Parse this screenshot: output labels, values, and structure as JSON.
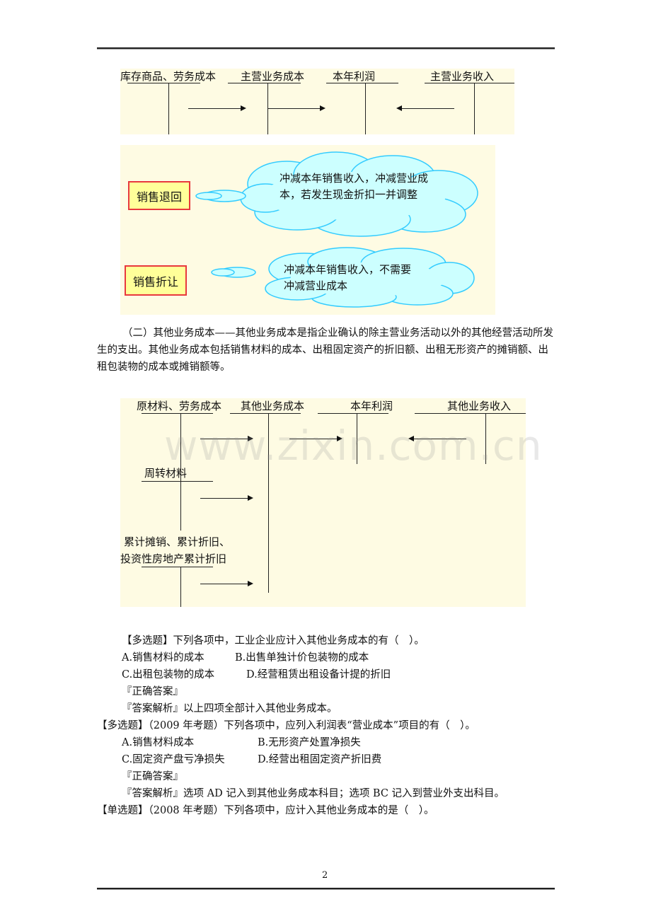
{
  "header_rule": true,
  "diagram1": {
    "accounts": [
      {
        "label": "库存商品、劳务成本"
      },
      {
        "label": "主营业务成本"
      },
      {
        "label": "本年利润"
      },
      {
        "label": "主营业务收入"
      }
    ]
  },
  "diagram2": {
    "items": [
      {
        "box_label": "销售退回",
        "cloud_text_line1": "冲减本年销售收入，冲减营业成",
        "cloud_text_line2": "本，若发生现金折扣一并调整"
      },
      {
        "box_label": "销售折让",
        "cloud_text_line1": "冲减本年销售收入，不需要",
        "cloud_text_line2": "冲减营业成本"
      }
    ],
    "colors": {
      "box_fill": "#ffff99",
      "box_border": "#e8383d",
      "cloud_fill": "#ccffff",
      "cloud_border": "#33ccff",
      "panel": "#fefbe3"
    }
  },
  "section_paragraph": "（二）其他业务成本——其他业务成本是指企业确认的除主营业务活动以外的其他经营活动所发生的支出。其他业务成本包括销售材料的成本、出租固定资产的折旧额、出租无形资产的摊销额、出租包装物的成本或摊销额等。",
  "diagram3": {
    "accounts": [
      {
        "label": "原材料、劳务成本"
      },
      {
        "label": "其他业务成本"
      },
      {
        "label": "本年利润"
      },
      {
        "label": "其他业务收入"
      },
      {
        "label": "周转材料"
      },
      {
        "label_line1": "累计摊销、累计折旧、",
        "label_line2": "投资性房地产累计折旧"
      }
    ],
    "watermark": "www.zixin.com.cn"
  },
  "questions": [
    {
      "stem": "【多选题】下列各项中，工业企业应计入其他业务成本的有（　）。",
      "options": [
        "A.销售材料的成本",
        "B.出售单独计价包装物的成本",
        "C.出租包装物的成本",
        "D.经营租赁出租设备计提的折旧"
      ],
      "answer_label": "『正确答案』",
      "analysis": "『答案解析』以上四项全部计入其他业务成本。"
    },
    {
      "stem": "【多选题】（2009 年考题）下列各项中，应列入利润表“营业成本”项目的有（　）。",
      "options": [
        "A.销售材料成本",
        "B.无形资产处置净损失",
        "C.固定资产盘亏净损失",
        "D.经营出租固定资产折旧费"
      ],
      "answer_label": "『正确答案』",
      "analysis": "『答案解析』选项 AD 记入到其他业务成本科目；选项 BC 记入到营业外支出科目。"
    },
    {
      "stem": "【单选题】（2008 年考题）下列各项中，应计入其他业务成本的是（　）。"
    }
  ],
  "footer": {
    "page_number": "2"
  }
}
